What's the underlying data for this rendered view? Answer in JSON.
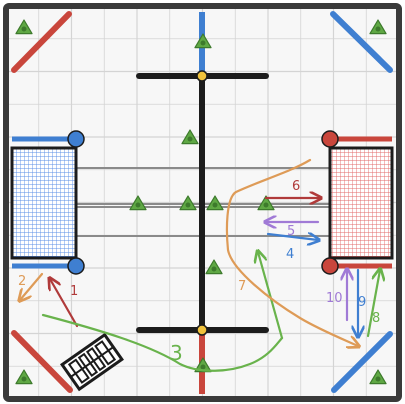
{
  "colors": {
    "background": "#f7f7f7",
    "grid": "#d4d4d4",
    "wall": "#3a3a3a",
    "red": "#c9463c",
    "blue": "#3f7fd1",
    "green": "#69b34c",
    "orange": "#de9b57",
    "purple": "#a07ad6",
    "darkred": "#b03a3a",
    "black": "#1c1c1c",
    "yellow": "#f0c23b",
    "net_red": "#e26a6a",
    "net_blue": "#5b8fe6"
  },
  "path_labels": [
    "1",
    "2",
    "3",
    "4",
    "5",
    "6",
    "7",
    "8",
    "9",
    "10"
  ]
}
